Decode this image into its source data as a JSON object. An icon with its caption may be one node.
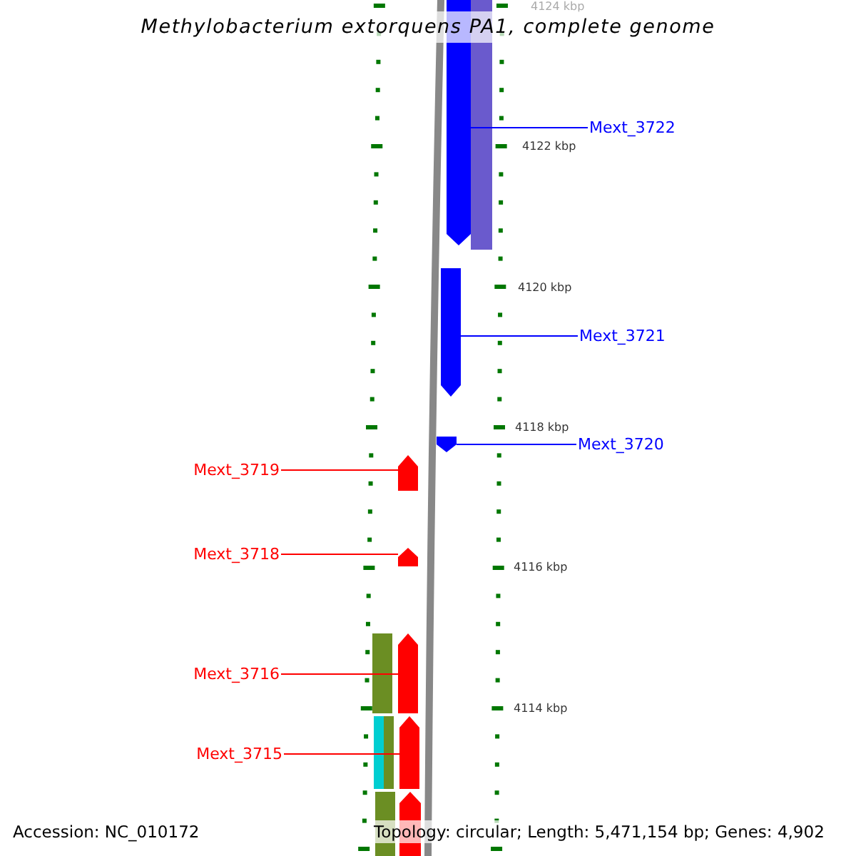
{
  "diagram": {
    "title": "Methylobacterium extorquens PA1, complete genome",
    "nodes": [
      {
        "text": [
          "Mext_3722"
        ]
      },
      {
        "text": [],
        "shape": "bar"
      },
      {
        "text": [
          "Mext_3721"
        ]
      },
      {
        "text": [],
        "shape": "bar"
      },
      {
        "text": [
          "Mext_3720"
        ]
      },
      {
        "text": [],
        "shape": "bar"
      },
      {
        "text": [
          "Mext_3719"
        ]
      },
      {
        "text": [],
        "shape": "bar"
      },
      {
        "text": [
          "Mext_3718"
        ]
      },
      {
        "text": [],
        "shape": "bar"
      },
      {
        "text": [
          "Mext_3716"
        ]
      },
      {
        "text": [],
        "shape": "bar"
      },
      {
        "text": [
          "Mext_3715"
        ]
      },
      {
        "text": [],
        "shape": "bar"
      }
    ],
    "edges": [
      {
        "from": 0,
        "to": 1,
        "arrow": "none",
        "color": "#0000ff"
      },
      {
        "from": 2,
        "to": 3,
        "arrow": "none",
        "color": "#0000ff"
      },
      {
        "from": 4,
        "to": 5,
        "arrow": "none",
        "color": "#0000ff"
      },
      {
        "from": 6,
        "to": 7,
        "arrow": "none",
        "color": "#ff0000"
      },
      {
        "from": 8,
        "to": 9,
        "arrow": "none",
        "color": "#ff0000"
      },
      {
        "from": 10,
        "to": 11,
        "arrow": "none",
        "color": "#ff0000"
      },
      {
        "from": 12,
        "to": 13,
        "arrow": "none",
        "color": "#ff0000"
      }
    ],
    "labels": [
      "4124 kbp",
      "4122 kbp",
      "4120 kbp",
      "4118 kbp",
      "4116 kbp",
      "4114 kbp",
      "Accession: NC_010172",
      "Topology: circular; Length: 5,471,154 bp; Genes: 4,902"
    ]
  }
}
